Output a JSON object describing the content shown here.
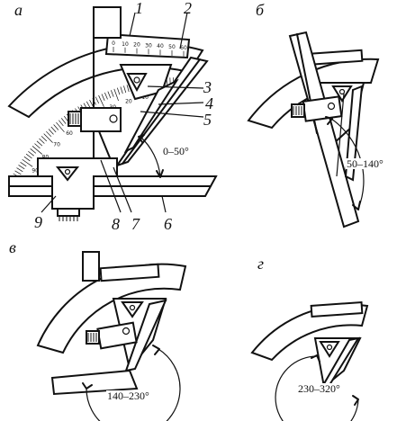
{
  "panels": {
    "a": "а",
    "b": "б",
    "v": "в",
    "g": "г"
  },
  "labels": {
    "n1": "1",
    "n2": "2",
    "n3": "3",
    "n4": "4",
    "n5": "5",
    "n6": "6",
    "n7": "7",
    "n8": "8",
    "n9": "9"
  },
  "angles": {
    "a": "0–50°",
    "b": "50–140°",
    "v": "140–230°",
    "g": "230–320°"
  },
  "scale_ticks": [
    "0",
    "10",
    "20",
    "30",
    "40",
    "50",
    "60"
  ],
  "protractor_ticks": [
    "0",
    "10",
    "20",
    "30",
    "40",
    "50",
    "60",
    "70",
    "80",
    "90"
  ]
}
